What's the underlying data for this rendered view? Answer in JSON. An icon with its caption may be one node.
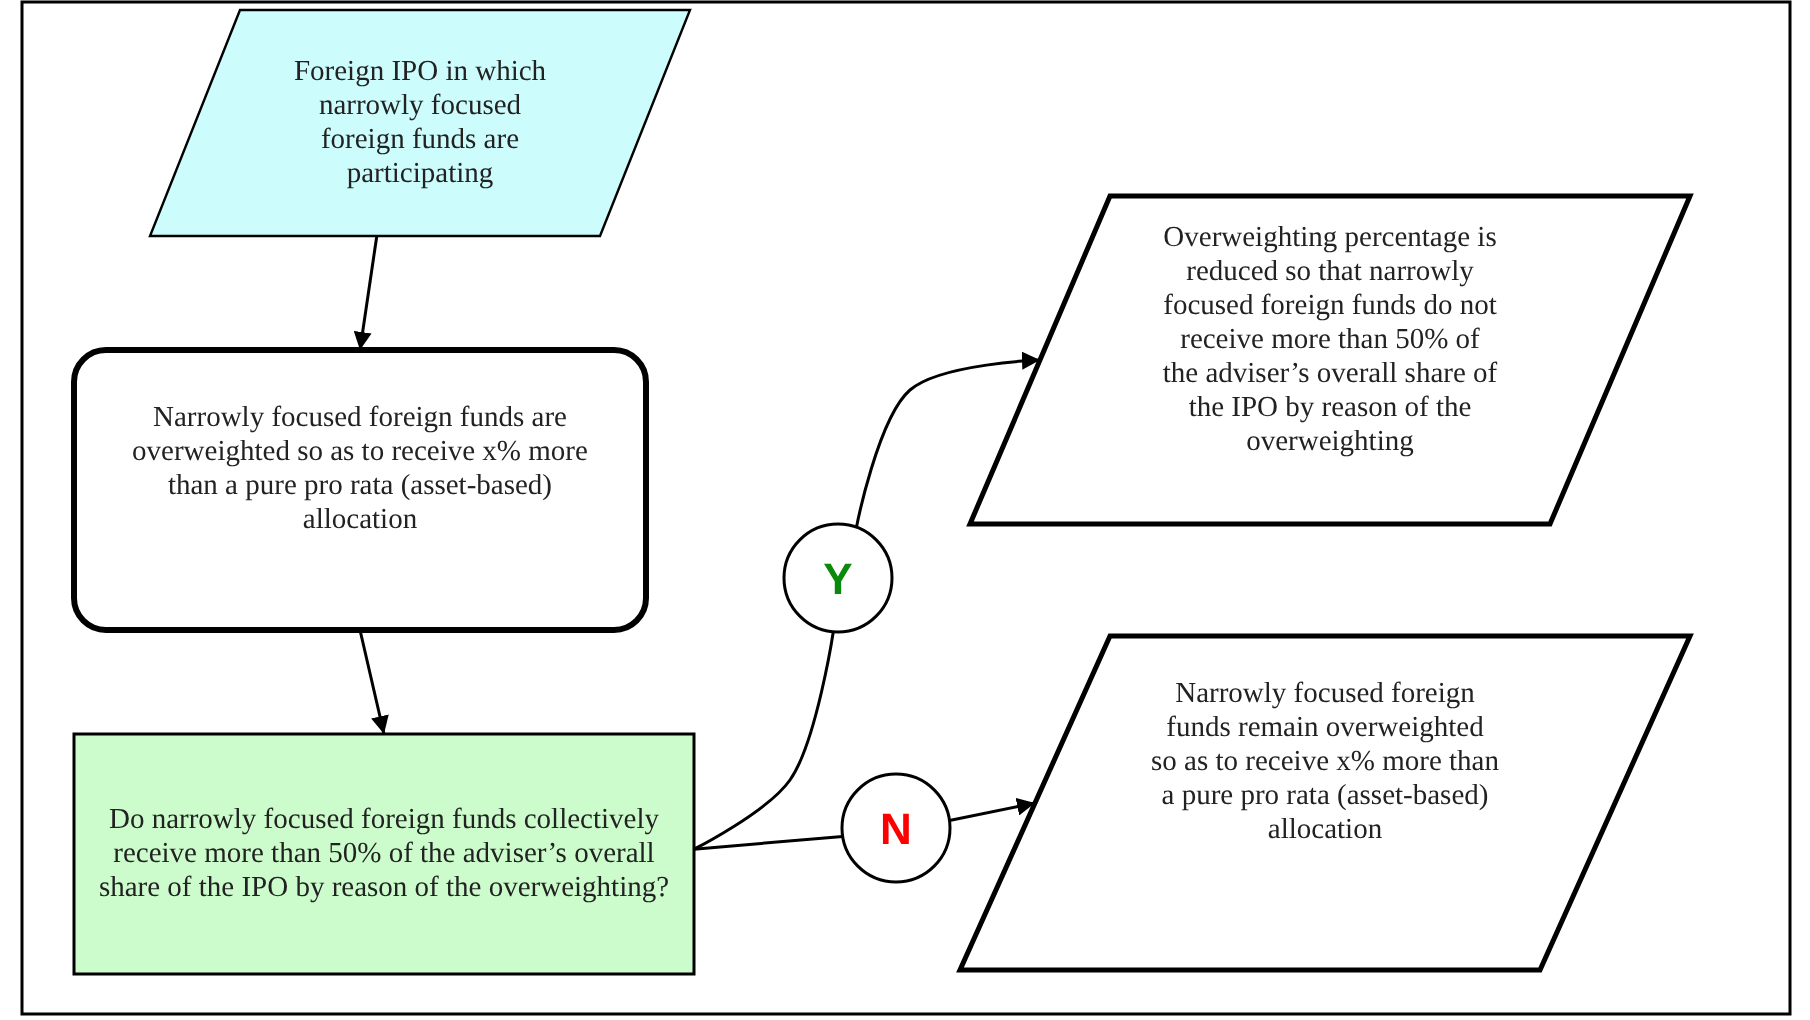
{
  "diagram": {
    "nodes": [
      {
        "text": [
          "Foreign IPO in which narrowly focused foreign funds are participating"
        ]
      },
      {
        "text": [
          "Narrowly focused foreign funds are overweighted so as to receive x% more than a pure pro rata (asset-based) allocation"
        ]
      },
      {
        "text": [
          "Do narrowly focused foreign funds collectively receive more than 50% of the adviser’s overall share of the IPO by reason of the overweighting?"
        ]
      },
      {
        "text": [
          "Y"
        ]
      },
      {
        "text": [
          "N"
        ]
      },
      {
        "text": [
          "Overweighting percentage is reduced so that narrowly focused foreign funds do not receive more than 50% of the adviser’s overall share of the IPO by reason of the overweighting"
        ]
      },
      {
        "text": [
          "Narrowly focused foreign funds remain overweighted so as to receive x% more than a pure pro rata (asset-based) allocation"
        ]
      }
    ],
    "edges": [
      {
        "from": 0,
        "to": 1,
        "arrow": "to"
      },
      {
        "from": 1,
        "to": 2,
        "arrow": "to"
      },
      {
        "from": 2,
        "to": 3,
        "arrow": "none"
      },
      {
        "from": 3,
        "to": 5,
        "arrow": "to"
      },
      {
        "from": 2,
        "to": 4,
        "arrow": "none"
      },
      {
        "from": 4,
        "to": 6,
        "arrow": "to"
      }
    ]
  }
}
